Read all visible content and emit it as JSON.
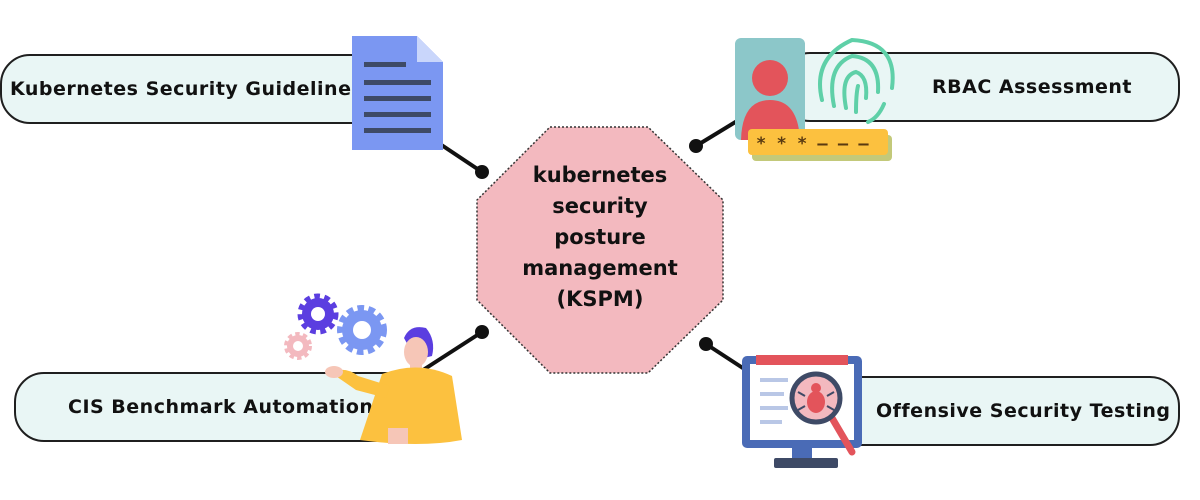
{
  "center": {
    "lines": [
      "kubernetes",
      "security",
      "posture",
      "management",
      "(KSPM)"
    ]
  },
  "nodes": {
    "top_left": "Kubernetes Security Guidelines",
    "top_right": "RBAC Assessment",
    "bottom_left": "CIS Benchmark Automation",
    "bottom_right": "Offensive Security Testing"
  },
  "icons": {
    "top_left": "document-icon",
    "top_right": "fingerprint-password-icon",
    "bottom_left": "gears-person-icon",
    "bottom_right": "bug-scan-monitor-icon"
  },
  "colors": {
    "center_fill": "#f3b9bf",
    "pill_fill": "#e9f6f5",
    "document": "#7b97f2",
    "accent_yellow": "#fcc13f"
  }
}
